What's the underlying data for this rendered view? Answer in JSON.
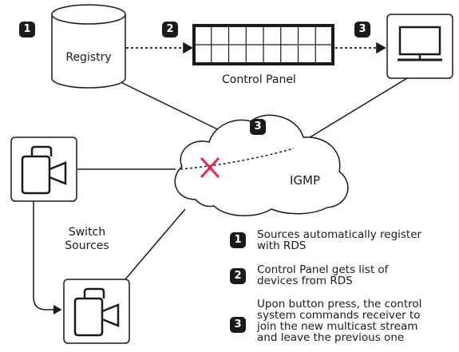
{
  "diagram": {
    "registry_label": "Registry",
    "control_panel_label": "Control Panel",
    "igmp_label": "IGMP",
    "switch_sources_label": [
      "Switch",
      "Sources"
    ],
    "step_badges": {
      "registry": "1",
      "panel": "2",
      "display": "3",
      "cloud": "3"
    }
  },
  "legend": [
    {
      "num": "1",
      "lines": [
        "Sources automatically register",
        "with RDS"
      ]
    },
    {
      "num": "2",
      "lines": [
        "Control Panel gets list of",
        "devices from RDS"
      ]
    },
    {
      "num": "3",
      "lines": [
        "Upon button press, the control",
        "system commands receiver to",
        "join the new multicast stream",
        "and leave the previous one"
      ]
    }
  ],
  "colors": {
    "stroke": "#1a1a1a",
    "badge": "#1a1a1a",
    "cross": "#e8264f"
  },
  "icons": {
    "registry": "database-cylinder-icon",
    "panel": "control-panel-grid-icon",
    "display": "monitor-icon",
    "camera": "video-camera-icon",
    "cross": "x-mark-icon"
  }
}
